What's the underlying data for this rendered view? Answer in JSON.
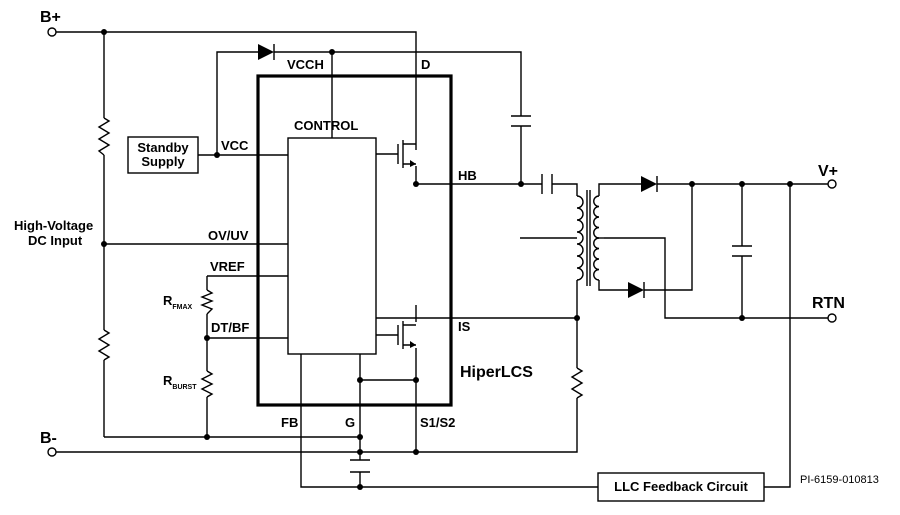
{
  "terminals": {
    "b_plus": "B+",
    "b_minus": "B-",
    "v_plus": "V+",
    "rtn": "RTN"
  },
  "input_label": {
    "line1": "High-Voltage",
    "line2": "DC Input"
  },
  "standby": {
    "line1": "Standby",
    "line2": "Supply"
  },
  "ic": {
    "name": "HiperLCS",
    "control": "CONTROL"
  },
  "pins": {
    "vcch": "VCCH",
    "d": "D",
    "vcc": "VCC",
    "hb": "HB",
    "ovuv": "OV/UV",
    "vref": "VREF",
    "dtbf": "DT/BF",
    "is": "IS",
    "fb": "FB",
    "g": "G",
    "s1s2": "S1/S2"
  },
  "resistors": {
    "rfmax_main": "R",
    "rfmax_sub": "FMAX",
    "rburst_main": "R",
    "rburst_sub": "BURST"
  },
  "feedback": "LLC Feedback Circuit",
  "part_number": "PI-6159-010813"
}
